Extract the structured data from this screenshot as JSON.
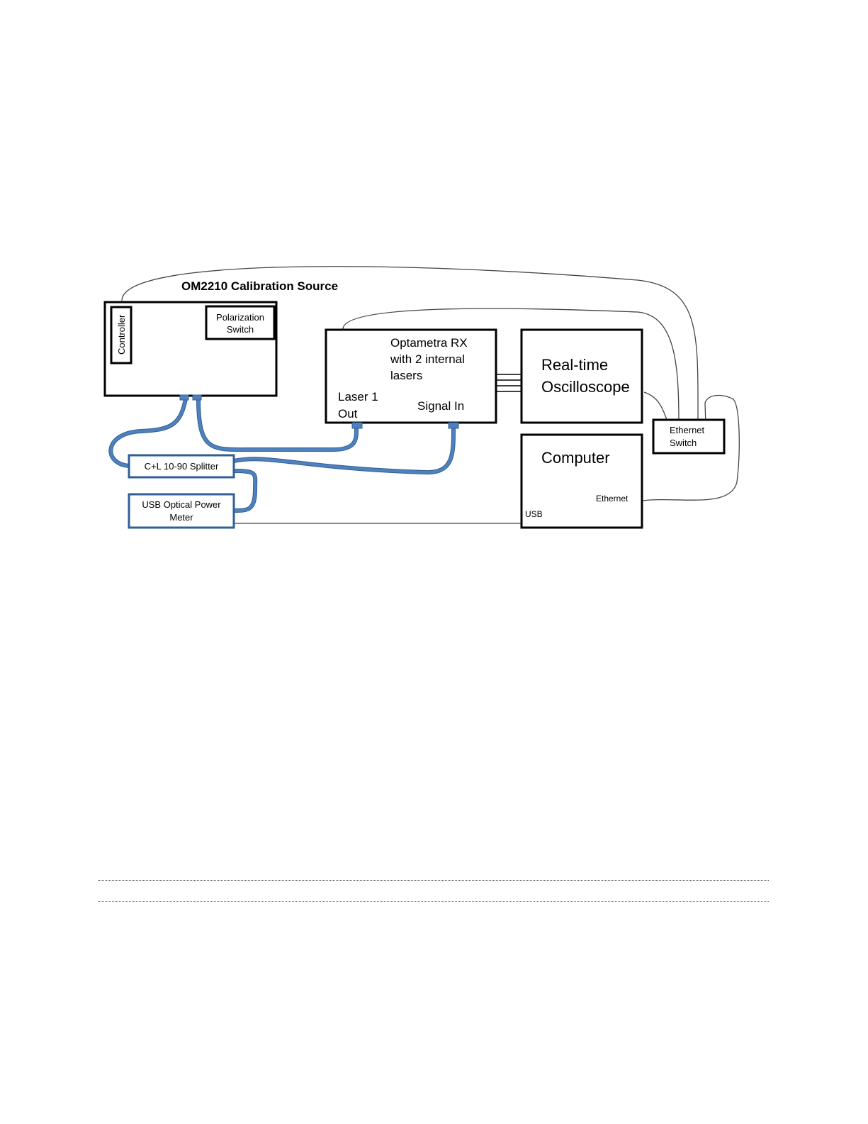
{
  "diagram": {
    "title": "OM2210 Calibration Source",
    "controller": "Controller",
    "polarization_switch": [
      "Polarization",
      "Switch"
    ],
    "optametra": [
      "Optametra RX",
      "with 2 internal",
      "lasers"
    ],
    "laser_out": [
      "Laser 1",
      "Out"
    ],
    "signal_in": "Signal In",
    "oscilloscope": [
      "Real-time",
      "Oscilloscope"
    ],
    "computer": "Computer",
    "computer_ethernet": "Ethernet",
    "computer_usb": "USB",
    "ethernet_switch": [
      "Ethernet",
      "Switch"
    ],
    "splitter": "C+L 10-90 Splitter",
    "power_meter": [
      "USB Optical Power",
      "Meter"
    ]
  },
  "colors": {
    "fiber": "#4f81bd",
    "fiber_edge": "#2f5f97",
    "box_stroke": "#000000"
  }
}
